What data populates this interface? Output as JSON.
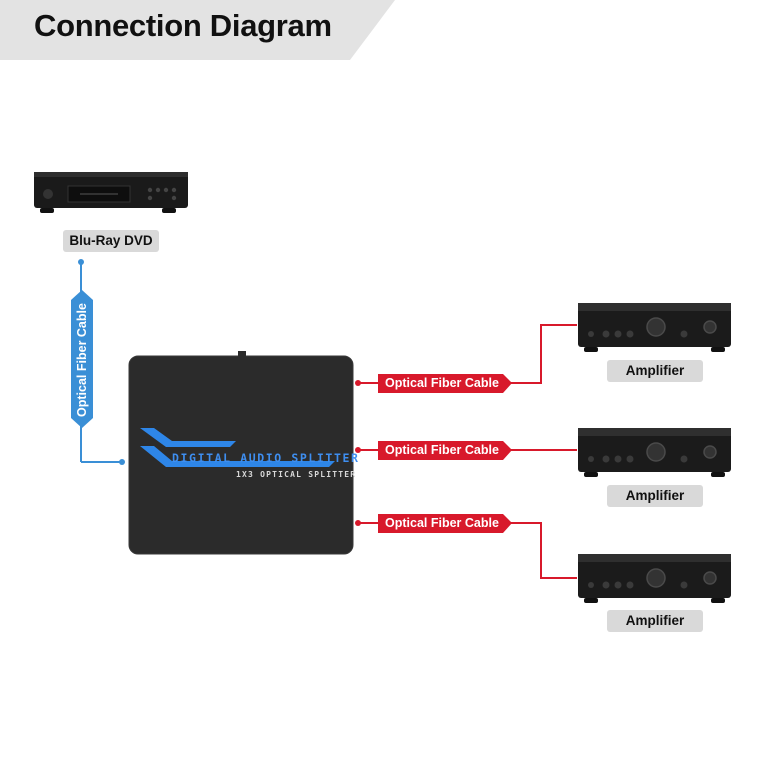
{
  "header": {
    "title": "Connection Diagram"
  },
  "source": {
    "label": "Blu-Ray DVD"
  },
  "splitter": {
    "title": "DIGITAL AUDIO SPLITTER",
    "subtitle": "1X3 OPTICAL SPLITTER"
  },
  "input_cable": {
    "label": "Optical Fiber Cable"
  },
  "outputs": [
    {
      "cable_label": "Optical Fiber Cable",
      "device_label": "Amplifier"
    },
    {
      "cable_label": "Optical Fiber Cable",
      "device_label": "Amplifier"
    },
    {
      "cable_label": "Optical Fiber Cable",
      "device_label": "Amplifier"
    }
  ],
  "colors": {
    "input_cable": "#3a8fd6",
    "output_cable": "#d8192b",
    "header_band": "#e3e3e3",
    "splitter_body": "#2b2b2b",
    "splitter_accent": "#2e86e8"
  }
}
